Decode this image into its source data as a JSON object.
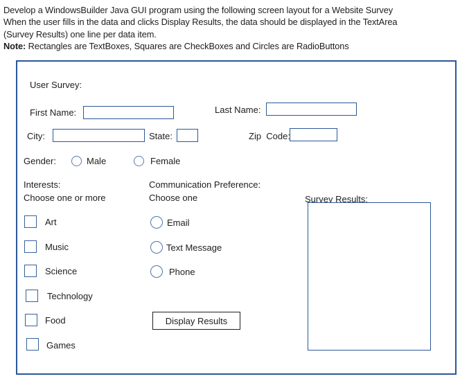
{
  "instructions": {
    "line1": "Develop a WindowsBuilder Java GUI program using the following screen layout for a Website Survey",
    "line2": "When the user fills in the data and clicks Display Results, the data should be displayed in the TextArea",
    "line3": "(Survey Results) one line per data item.",
    "note_label": "Note:",
    "note_text": " Rectangles are TextBoxes, Squares are CheckBoxes and Circles are RadioButtons"
  },
  "form": {
    "title": "User Survey:",
    "first_name_label": "First Name:",
    "last_name_label": "Last Name:",
    "city_label": "City:",
    "state_label": "State:",
    "zip_label": "Zip  Code:",
    "gender": {
      "label": "Gender:",
      "options": [
        "Male",
        "Female"
      ]
    },
    "interests": {
      "label": "Interests:",
      "sublabel": "Choose one or more",
      "items": [
        "Art",
        "Music",
        "Science",
        "Technology",
        "Food",
        "Games"
      ]
    },
    "communication": {
      "label": "Communication Preference:",
      "sublabel": "Choose one",
      "options": [
        "Email",
        "Text Message",
        "Phone"
      ]
    },
    "results_label": "Survey Results:",
    "display_button_label": "Display Results"
  },
  "colors": {
    "box_border_navy": "#2b5797",
    "radio_outline_blue": "#4f74ad",
    "button_border_black": "#1f1f1f",
    "text": "#1d1d1d"
  }
}
